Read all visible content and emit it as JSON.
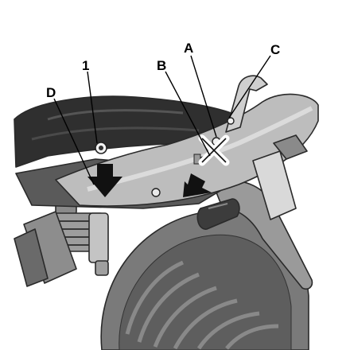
{
  "callouts": {
    "one": "1",
    "a": "A",
    "b": "B",
    "c": "C",
    "d": "D"
  },
  "colors": {
    "tire": "#6f6f6f",
    "tire_dark": "#4a4a4a",
    "seat": "#2f2f2f",
    "fairing": "#b9b9b9",
    "fairing_light": "#d8d8d8",
    "arrow": "#111111",
    "background": "#ffffff"
  }
}
